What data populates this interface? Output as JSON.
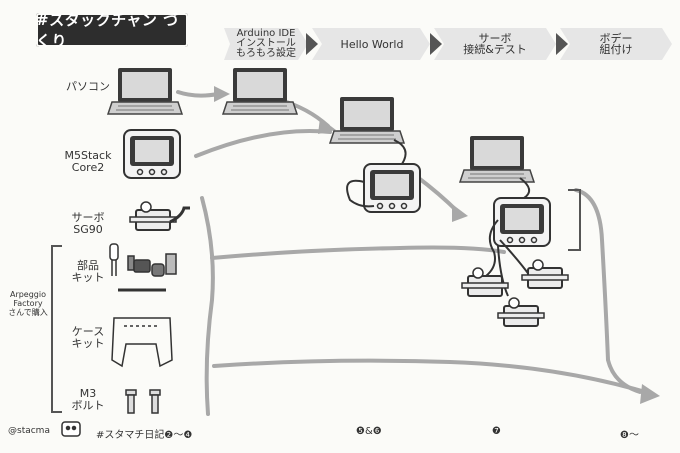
{
  "title": "#スタックチャン づくり",
  "steps": [
    {
      "label": "Arduino IDE\nインストール\nもろもろ設定"
    },
    {
      "label": "Hello World"
    },
    {
      "label": "サーボ\n接続&テスト"
    },
    {
      "label": "ボデー\n組付け"
    }
  ],
  "components": [
    {
      "label": "パソコン"
    },
    {
      "label": "M5Stack\nCore2"
    },
    {
      "label": "サーボ\nSG90"
    },
    {
      "label": "部品\nキット"
    },
    {
      "label": "ケース\nキット"
    },
    {
      "label": "M3\nボルト"
    }
  ],
  "side_note": "Arpeggio\nFactory\nさんで購入",
  "footer": {
    "author": "@stacma",
    "diary": "#スタマチ日記❷〜❹",
    "n56": "❺&❻",
    "n7": "❼",
    "n8": "❽〜"
  }
}
